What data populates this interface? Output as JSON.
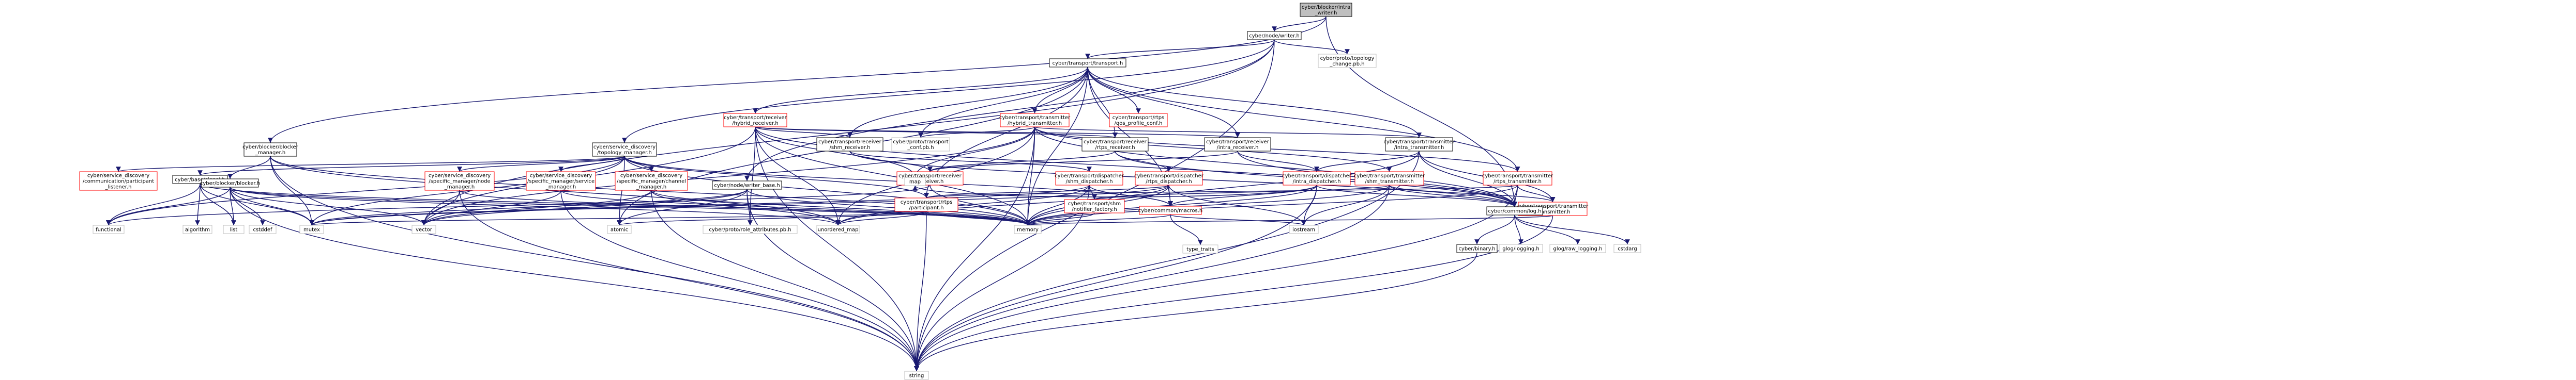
{
  "diagram": {
    "colors": {
      "edge": "#191970",
      "box_plain": "#000000",
      "box_linked": "#ff0000",
      "box_root_fill": "#bfbfbf",
      "box_fill": "#ffffff",
      "text": "#000000",
      "external_border": "#bfbfbf"
    },
    "nodes": [
      {
        "id": "root",
        "lines": [
          "cyber/blocker/intra",
          "_writer.h"
        ],
        "kind": "root"
      },
      {
        "id": "node_writer",
        "lines": [
          "cyber/node/writer.h"
        ],
        "kind": "plain"
      },
      {
        "id": "transport",
        "lines": [
          "cyber/transport/transport.h"
        ],
        "kind": "plain"
      },
      {
        "id": "topology_change",
        "lines": [
          "cyber/proto/topology",
          "_change.pb.h"
        ],
        "kind": "external"
      },
      {
        "id": "blocker_manager",
        "lines": [
          "cyber/blocker/blocker",
          "_manager.h"
        ],
        "kind": "plain"
      },
      {
        "id": "topology_manager",
        "lines": [
          "cyber/service_discovery",
          "/topology_manager.h"
        ],
        "kind": "plain"
      },
      {
        "id": "writer_base",
        "lines": [
          "cyber/node/writer_base.h"
        ],
        "kind": "plain"
      },
      {
        "id": "hybrid_receiver",
        "lines": [
          "cyber/transport/receiver",
          "/hybrid_receiver.h"
        ],
        "kind": "linked"
      },
      {
        "id": "hybrid_transmitter",
        "lines": [
          "cyber/transport/transmitter",
          "/hybrid_transmitter.h"
        ],
        "kind": "linked"
      },
      {
        "id": "rtps_profile",
        "lines": [
          "cyber/transport/rtps",
          "/qos_profile_conf.h"
        ],
        "kind": "linked"
      },
      {
        "id": "intra_receiver",
        "lines": [
          "cyber/transport/receiver",
          "/intra_receiver.h"
        ],
        "kind": "plain"
      },
      {
        "id": "intra_transmitter",
        "lines": [
          "cyber/transport/transmitter",
          "/intra_transmitter.h"
        ],
        "kind": "plain"
      },
      {
        "id": "shm_receiver",
        "lines": [
          "cyber/transport/receiver",
          "/shm_receiver.h"
        ],
        "kind": "plain"
      },
      {
        "id": "transport_conf",
        "lines": [
          "cyber/proto/transport",
          "_conf.pb.h"
        ],
        "kind": "external"
      },
      {
        "id": "rtps_receiver",
        "lines": [
          "cyber/transport/receiver",
          "/rtps_receiver.h"
        ],
        "kind": "plain"
      },
      {
        "id": "receiver",
        "lines": [
          "cyber/transport/receiver",
          "/receiver.h"
        ],
        "kind": "linked"
      },
      {
        "id": "shm_dispatcher",
        "lines": [
          "cyber/transport/dispatcher",
          "/shm_dispatcher.h"
        ],
        "kind": "linked"
      },
      {
        "id": "rtps_dispatcher",
        "lines": [
          "cyber/transport/dispatcher",
          "/rtps_dispatcher.h"
        ],
        "kind": "linked"
      },
      {
        "id": "intra_dispatcher",
        "lines": [
          "cyber/transport/dispatcher",
          "/intra_dispatcher.h"
        ],
        "kind": "linked"
      },
      {
        "id": "shm_transmitter",
        "lines": [
          "cyber/transport/transmitter",
          "/shm_transmitter.h"
        ],
        "kind": "linked"
      },
      {
        "id": "rtps_transmitter",
        "lines": [
          "cyber/transport/transmitter",
          "/rtps_transmitter.h"
        ],
        "kind": "linked"
      },
      {
        "id": "participant_listener",
        "lines": [
          "cyber/service_discovery",
          "/communication/participant",
          "_listener.h"
        ],
        "kind": "linked"
      },
      {
        "id": "signal",
        "lines": [
          "cyber/base/signal.h"
        ],
        "kind": "plain"
      },
      {
        "id": "blocker",
        "lines": [
          "cyber/blocker/blocker.h"
        ],
        "kind": "plain"
      },
      {
        "id": "node_manager",
        "lines": [
          "cyber/service_discovery",
          "/specific_manager/node",
          "_manager.h"
        ],
        "kind": "linked"
      },
      {
        "id": "service_manager",
        "lines": [
          "cyber/service_discovery",
          "/specific_manager/service",
          "_manager.h"
        ],
        "kind": "linked"
      },
      {
        "id": "channel_manager",
        "lines": [
          "cyber/service_discovery",
          "/specific_manager/channel",
          "_manager.h"
        ],
        "kind": "linked"
      },
      {
        "id": "participant",
        "lines": [
          "cyber/transport/rtps",
          "/participant.h"
        ],
        "kind": "linked"
      },
      {
        "id": "notifier_factory",
        "lines": [
          "cyber/transport/shm",
          "/notifier_factory.h"
        ],
        "kind": "linked"
      },
      {
        "id": "macros",
        "lines": [
          "cyber/common/macros.h"
        ],
        "kind": "linked"
      },
      {
        "id": "transmitter",
        "lines": [
          "cyber/transport/transmitter",
          "/transmitter.h"
        ],
        "kind": "linked"
      },
      {
        "id": "logging",
        "lines": [
          "cyber/common/log.h"
        ],
        "kind": "plain"
      },
      {
        "id": "functional",
        "lines": [
          "functional"
        ],
        "kind": "external"
      },
      {
        "id": "algorithm",
        "lines": [
          "algorithm"
        ],
        "kind": "external"
      },
      {
        "id": "list",
        "lines": [
          "list"
        ],
        "kind": "external"
      },
      {
        "id": "cstddef",
        "lines": [
          "cstddef"
        ],
        "kind": "external"
      },
      {
        "id": "mutex",
        "lines": [
          "mutex"
        ],
        "kind": "external"
      },
      {
        "id": "vector",
        "lines": [
          "vector"
        ],
        "kind": "external"
      },
      {
        "id": "atomic",
        "lines": [
          "atomic"
        ],
        "kind": "external"
      },
      {
        "id": "role_attributes",
        "lines": [
          "cyber/proto/role_attributes.pb.h"
        ],
        "kind": "external"
      },
      {
        "id": "unordered_map",
        "lines": [
          "unordered_map"
        ],
        "kind": "external"
      },
      {
        "id": "map",
        "lines": [
          "map"
        ],
        "kind": "external"
      },
      {
        "id": "memory",
        "lines": [
          "memory"
        ],
        "kind": "external"
      },
      {
        "id": "type_traits",
        "lines": [
          "type_traits"
        ],
        "kind": "external"
      },
      {
        "id": "iostream",
        "lines": [
          "iostream"
        ],
        "kind": "external"
      },
      {
        "id": "binary",
        "lines": [
          "cyber/binary.h"
        ],
        "kind": "plain"
      },
      {
        "id": "glog_logging",
        "lines": [
          "glog/logging.h"
        ],
        "kind": "external"
      },
      {
        "id": "glog_raw_logging",
        "lines": [
          "glog/raw_logging.h"
        ],
        "kind": "external"
      },
      {
        "id": "cstdarg",
        "lines": [
          "cstdarg"
        ],
        "kind": "external"
      },
      {
        "id": "string",
        "lines": [
          "string"
        ],
        "kind": "external"
      }
    ],
    "edges": [
      [
        "root",
        "node_writer"
      ],
      [
        "root",
        "blocker_manager"
      ],
      [
        "root",
        "logging"
      ],
      [
        "node_writer",
        "transport"
      ],
      [
        "node_writer",
        "topology_change"
      ],
      [
        "node_writer",
        "topology_manager"
      ],
      [
        "node_writer",
        "writer_base"
      ],
      [
        "node_writer",
        "vector"
      ],
      [
        "node_writer",
        "string"
      ],
      [
        "transport",
        "hybrid_receiver"
      ],
      [
        "transport",
        "hybrid_transmitter"
      ],
      [
        "transport",
        "rtps_profile"
      ],
      [
        "transport",
        "intra_receiver"
      ],
      [
        "transport",
        "intra_transmitter"
      ],
      [
        "transport",
        "shm_receiver"
      ],
      [
        "transport",
        "rtps_receiver"
      ],
      [
        "transport",
        "rtps_transmitter"
      ],
      [
        "transport",
        "participant"
      ],
      [
        "transport",
        "memory"
      ],
      [
        "transport",
        "atomic"
      ],
      [
        "transport",
        "macros"
      ],
      [
        "transport",
        "transport_conf"
      ],
      [
        "hybrid_receiver",
        "intra_receiver"
      ],
      [
        "hybrid_receiver",
        "shm_receiver"
      ],
      [
        "hybrid_receiver",
        "rtps_receiver"
      ],
      [
        "hybrid_receiver",
        "vector"
      ],
      [
        "hybrid_receiver",
        "map"
      ],
      [
        "hybrid_receiver",
        "unordered_map"
      ],
      [
        "hybrid_receiver",
        "memory"
      ],
      [
        "hybrid_receiver",
        "string"
      ],
      [
        "hybrid_receiver",
        "logging"
      ],
      [
        "hybrid_receiver",
        "role_attributes"
      ],
      [
        "hybrid_transmitter",
        "intra_transmitter"
      ],
      [
        "hybrid_transmitter",
        "shm_transmitter"
      ],
      [
        "hybrid_transmitter",
        "rtps_transmitter"
      ],
      [
        "hybrid_transmitter",
        "transport_conf"
      ],
      [
        "hybrid_transmitter",
        "map"
      ],
      [
        "hybrid_transmitter",
        "memory"
      ],
      [
        "hybrid_transmitter",
        "vector"
      ],
      [
        "hybrid_transmitter",
        "unordered_map"
      ],
      [
        "hybrid_transmitter",
        "string"
      ],
      [
        "hybrid_transmitter",
        "logging"
      ],
      [
        "intra_receiver",
        "receiver"
      ],
      [
        "intra_receiver",
        "intra_dispatcher"
      ],
      [
        "intra_receiver",
        "logging"
      ],
      [
        "shm_receiver",
        "receiver"
      ],
      [
        "shm_receiver",
        "shm_dispatcher"
      ],
      [
        "shm_receiver",
        "logging"
      ],
      [
        "rtps_receiver",
        "receiver"
      ],
      [
        "rtps_receiver",
        "rtps_dispatcher"
      ],
      [
        "rtps_receiver",
        "logging"
      ],
      [
        "intra_transmitter",
        "transmitter"
      ],
      [
        "intra_transmitter",
        "intra_dispatcher"
      ],
      [
        "intra_transmitter",
        "memory"
      ],
      [
        "intra_transmitter",
        "string"
      ],
      [
        "intra_transmitter",
        "logging"
      ],
      [
        "shm_transmitter",
        "transmitter"
      ],
      [
        "shm_transmitter",
        "notifier_factory"
      ],
      [
        "shm_transmitter",
        "iostream"
      ],
      [
        "shm_transmitter",
        "memory"
      ],
      [
        "shm_transmitter",
        "string"
      ],
      [
        "shm_transmitter",
        "logging"
      ],
      [
        "rtps_transmitter",
        "transmitter"
      ],
      [
        "rtps_transmitter",
        "participant"
      ],
      [
        "rtps_transmitter",
        "memory"
      ],
      [
        "rtps_transmitter",
        "string"
      ],
      [
        "rtps_transmitter",
        "logging"
      ],
      [
        "receiver",
        "memory"
      ],
      [
        "receiver",
        "functional"
      ],
      [
        "shm_dispatcher",
        "macros"
      ],
      [
        "shm_dispatcher",
        "notifier_factory"
      ],
      [
        "shm_dispatcher",
        "memory"
      ],
      [
        "shm_dispatcher",
        "string"
      ],
      [
        "shm_dispatcher",
        "unordered_map"
      ],
      [
        "shm_dispatcher",
        "mutex"
      ],
      [
        "rtps_dispatcher",
        "participant"
      ],
      [
        "rtps_dispatcher",
        "macros"
      ],
      [
        "rtps_dispatcher",
        "memory"
      ],
      [
        "rtps_dispatcher",
        "mutex"
      ],
      [
        "rtps_dispatcher",
        "unordered_map"
      ],
      [
        "rtps_dispatcher",
        "iostream"
      ],
      [
        "intra_dispatcher",
        "macros"
      ],
      [
        "intra_dispatcher",
        "memory"
      ],
      [
        "intra_dispatcher",
        "string"
      ],
      [
        "intra_dispatcher",
        "iostream"
      ],
      [
        "intra_dispatcher",
        "logging"
      ],
      [
        "intra_dispatcher",
        "map"
      ],
      [
        "blocker_manager",
        "blocker"
      ],
      [
        "blocker_manager",
        "memory"
      ],
      [
        "blocker_manager",
        "mutex"
      ],
      [
        "blocker_manager",
        "string"
      ],
      [
        "blocker_manager",
        "unordered_map"
      ],
      [
        "topology_manager",
        "participant_listener"
      ],
      [
        "topology_manager",
        "signal"
      ],
      [
        "topology_manager",
        "node_manager"
      ],
      [
        "topology_manager",
        "service_manager"
      ],
      [
        "topology_manager",
        "channel_manager"
      ],
      [
        "topology_manager",
        "participant"
      ],
      [
        "topology_manager",
        "macros"
      ],
      [
        "topology_manager",
        "atomic"
      ],
      [
        "topology_manager",
        "functional"
      ],
      [
        "topology_manager",
        "memory"
      ],
      [
        "topology_manager",
        "mutex"
      ],
      [
        "signal",
        "functional"
      ],
      [
        "signal",
        "algorithm"
      ],
      [
        "signal",
        "list"
      ],
      [
        "signal",
        "memory"
      ],
      [
        "signal",
        "mutex"
      ],
      [
        "blocker",
        "cstddef"
      ],
      [
        "blocker",
        "functional"
      ],
      [
        "blocker",
        "list"
      ],
      [
        "blocker",
        "mutex"
      ],
      [
        "blocker",
        "vector"
      ],
      [
        "blocker",
        "string"
      ],
      [
        "blocker",
        "unordered_map"
      ],
      [
        "blocker",
        "memory"
      ],
      [
        "node_manager",
        "vector"
      ],
      [
        "node_manager",
        "string"
      ],
      [
        "node_manager",
        "memory"
      ],
      [
        "service_manager",
        "vector"
      ],
      [
        "service_manager",
        "string"
      ],
      [
        "service_manager",
        "memory"
      ],
      [
        "channel_manager",
        "vector"
      ],
      [
        "channel_manager",
        "string"
      ],
      [
        "channel_manager",
        "memory"
      ],
      [
        "channel_manager",
        "unordered_map"
      ],
      [
        "writer_base",
        "vector"
      ],
      [
        "writer_base",
        "mutex"
      ],
      [
        "writer_base",
        "atomic"
      ],
      [
        "writer_base",
        "string"
      ],
      [
        "writer_base",
        "role_attributes"
      ],
      [
        "writer_base",
        "memory"
      ],
      [
        "participant",
        "mutex"
      ],
      [
        "participant",
        "atomic"
      ],
      [
        "participant",
        "string"
      ],
      [
        "participant",
        "unordered_map"
      ],
      [
        "participant",
        "memory"
      ],
      [
        "notifier_factory",
        "memory"
      ],
      [
        "macros",
        "cstdlib"
      ],
      [
        "macros",
        "iostream"
      ],
      [
        "macros",
        "memory"
      ],
      [
        "macros",
        "type_traits"
      ],
      [
        "transmitter",
        "memory"
      ],
      [
        "transmitter",
        "string"
      ],
      [
        "logging",
        "binary"
      ],
      [
        "logging",
        "glog_logging"
      ],
      [
        "logging",
        "glog_raw_logging"
      ],
      [
        "logging",
        "cstdarg"
      ],
      [
        "binary",
        "string"
      ]
    ]
  }
}
